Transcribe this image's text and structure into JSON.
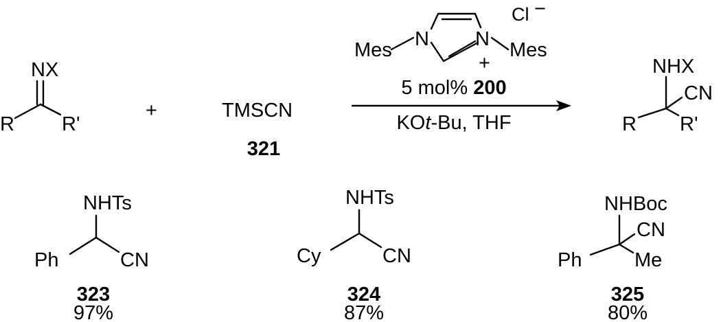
{
  "scheme": {
    "imine": {
      "nx": "NX",
      "r": "R",
      "r_prime": "R'"
    },
    "plus": "+",
    "reagent": {
      "name": "TMSCN",
      "number": "321"
    },
    "catalyst": {
      "mes_left": "Mes",
      "mes_right": "Mes",
      "n_left": "N",
      "n_right": "N",
      "charge": "+",
      "counterion": "Cl",
      "counterion_charge": "−",
      "loading": "5 mol%",
      "number": "200"
    },
    "conditions": {
      "base_prefix": "KO",
      "base_italic": "t",
      "base_suffix": "-Bu, THF"
    },
    "product": {
      "nhx": "NHX",
      "cn": "CN",
      "r": "R",
      "r_prime": "R'"
    }
  },
  "examples": [
    {
      "top": "NHTs",
      "left": "Ph",
      "right": "CN",
      "number": "323",
      "yield": "97%"
    },
    {
      "top": "NHTs",
      "left": "Cy",
      "right": "CN",
      "number": "324",
      "yield": "87%"
    },
    {
      "top": "NHBoc",
      "upper_right": "CN",
      "left": "Ph",
      "lower_right": "Me",
      "number": "325",
      "yield": "80%"
    }
  ]
}
